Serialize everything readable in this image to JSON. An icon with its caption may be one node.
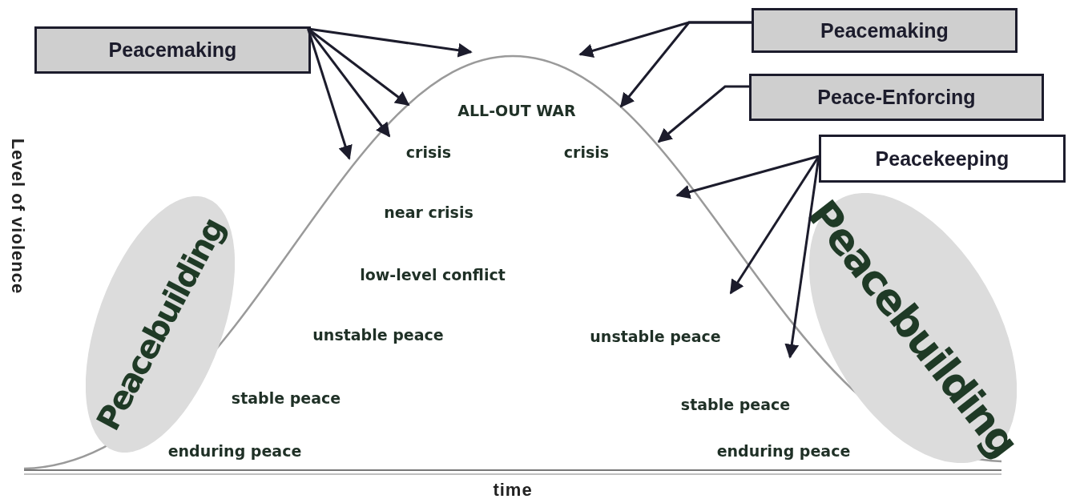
{
  "diagram": {
    "nodes": [
      {
        "text": [
          "Peacemaking"
        ]
      },
      {
        "text": [
          "Peacemaking"
        ]
      },
      {
        "text": [
          "Peace-Enforcing"
        ]
      },
      {
        "text": [
          "Peacekeeping"
        ]
      },
      {
        "text": [
          "Peacebuilding"
        ]
      },
      {
        "text": [
          "Peacebuilding"
        ]
      }
    ],
    "edges": [
      {
        "from": 0,
        "to": null,
        "arrow": "to"
      },
      {
        "from": 0,
        "to": null,
        "arrow": "to"
      },
      {
        "from": 0,
        "to": null,
        "arrow": "to"
      },
      {
        "from": 0,
        "to": null,
        "arrow": "to"
      },
      {
        "from": 1,
        "to": null,
        "arrow": "to"
      },
      {
        "from": 1,
        "to": null,
        "arrow": "to"
      },
      {
        "from": 2,
        "to": null,
        "arrow": "to"
      },
      {
        "from": 3,
        "to": null,
        "arrow": "to"
      },
      {
        "from": 3,
        "to": null,
        "arrow": "to"
      },
      {
        "from": 3,
        "to": null,
        "arrow": "to"
      }
    ],
    "labels": [
      "ALL-OUT WAR",
      "crisis",
      "crisis",
      "near crisis",
      "low-level conflict",
      "unstable peace",
      "unstable peace",
      "stable peace",
      "stable peace",
      "enduring peace",
      "enduring peace",
      "Level of violence",
      "time"
    ]
  }
}
